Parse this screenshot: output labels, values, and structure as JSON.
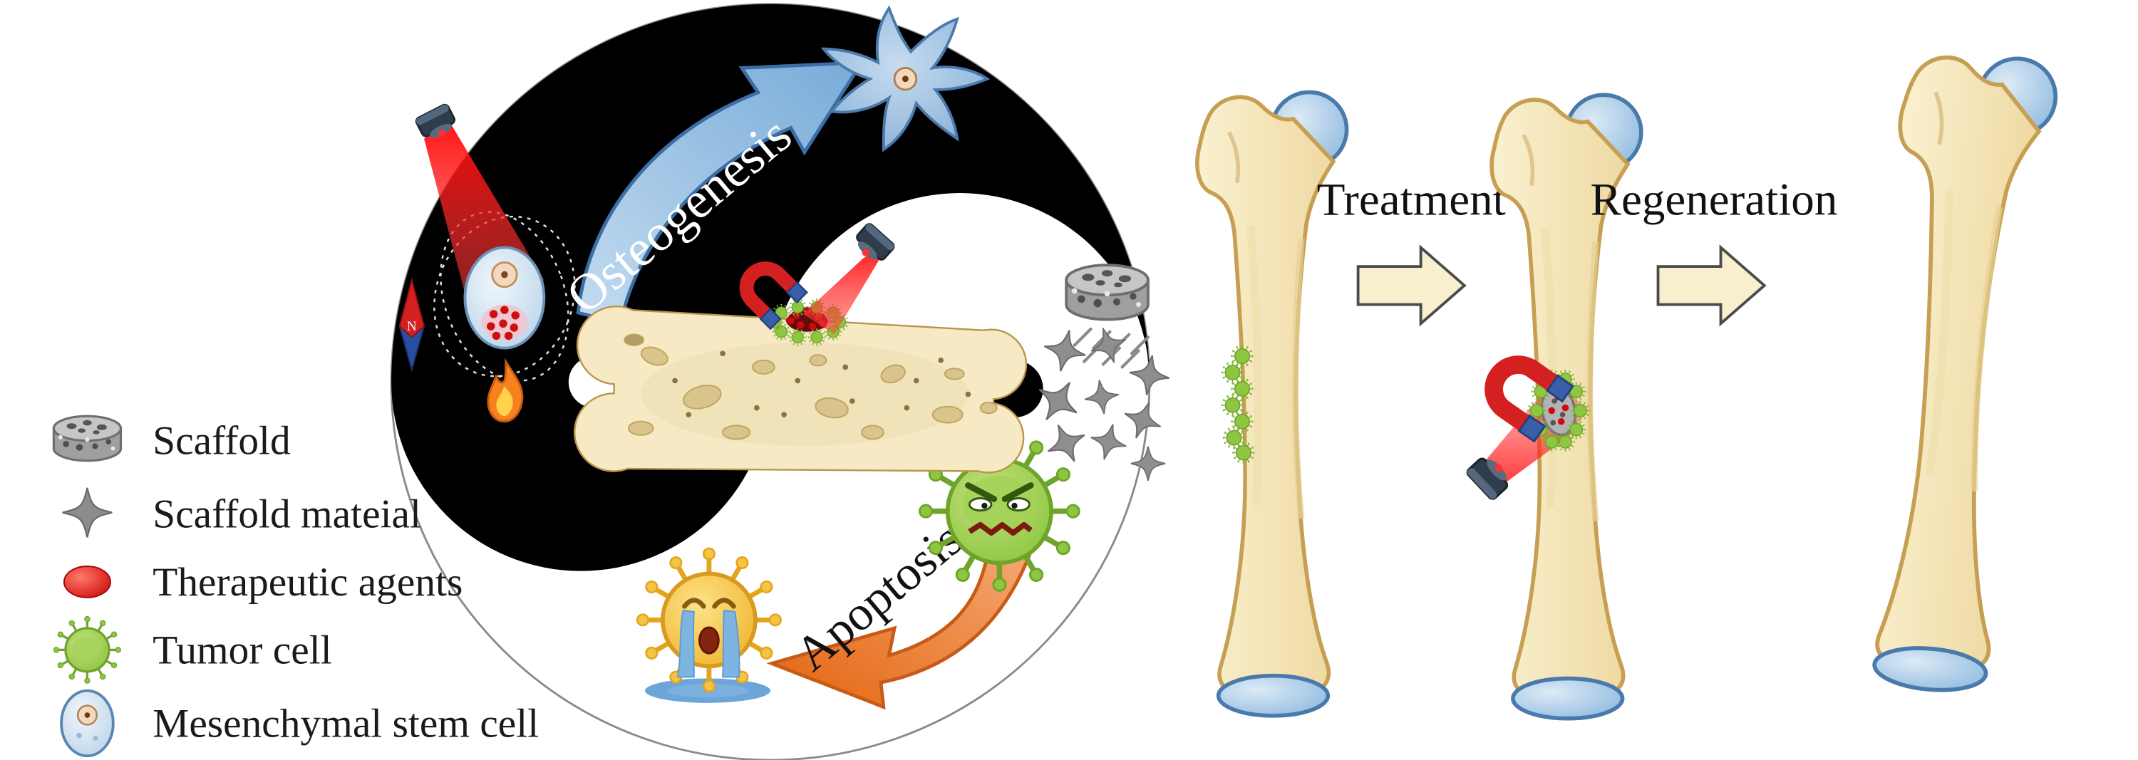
{
  "diagram": {
    "yin_yang": {
      "osteogenesis_label": "Osteogenesis",
      "apoptosis_label": "Apoptosis"
    },
    "flow": {
      "treatment_label": "Treatment",
      "regeneration_label": "Regeneration"
    },
    "compass": {
      "north_label": "N"
    },
    "legend": {
      "items": [
        {
          "label": "Scaffold"
        },
        {
          "label": "Scaffold mateial"
        },
        {
          "label": "Therapeutic agents"
        },
        {
          "label": "Tumor cell"
        },
        {
          "label": "Mesenchymal stem  cell"
        }
      ]
    },
    "colors": {
      "yin_black": "#000000",
      "bone_fill": "#f6e9c3",
      "bone_outline": "#c79f52",
      "epiphysis_blue": "#a9cbe8",
      "tumor_green": "#8dc63f",
      "therapeutic_red": "#d40f0f",
      "osteogenesis_arrow_blue": "#8fb9de",
      "apoptosis_arrow_orange": "#ed7230",
      "laser_red": "#ff1a1a",
      "scaffold_gray": "#9a9a9a",
      "apoptotic_cell_yellow": "#f6c445",
      "tear_blue": "#5b9bd5"
    }
  }
}
